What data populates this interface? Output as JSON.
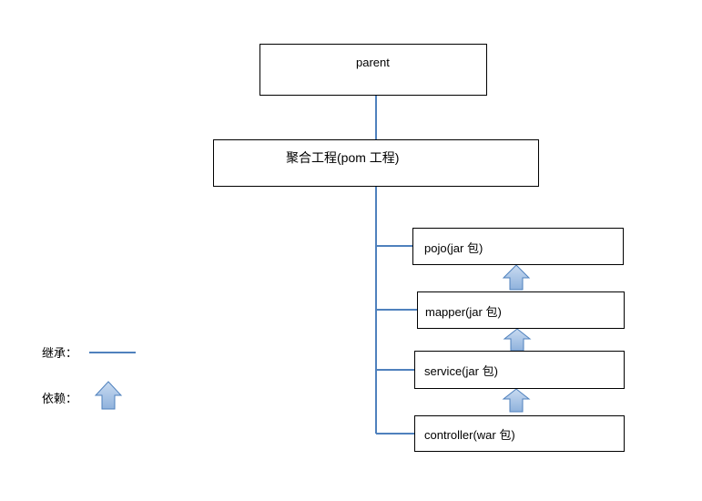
{
  "nodes": {
    "parent": "parent",
    "aggregate": "聚合工程(pom 工程)",
    "pojo": "pojo(jar 包)",
    "mapper": "mapper(jar 包)",
    "service": "service(jar 包)",
    "controller": "controller(war 包)"
  },
  "legend": {
    "inherit_label": "继承：",
    "depend_label": "依赖："
  },
  "colors": {
    "inherit_line": "#4f81bd",
    "depend_arrow_fill": "#a7c4e6",
    "depend_arrow_stroke": "#4f81bd"
  }
}
